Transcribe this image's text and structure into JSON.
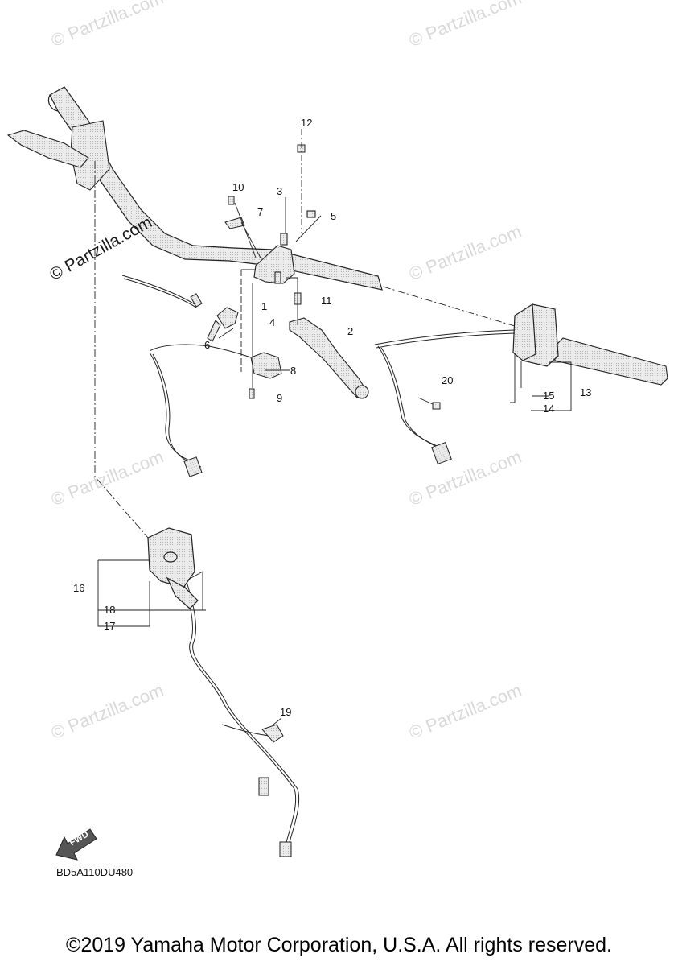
{
  "watermarks": [
    "© Partzilla.com",
    "© Partzilla.com",
    "© Partzilla.com",
    "© Partzilla.com",
    "© Partzilla.com",
    "© Partzilla.com",
    "© Partzilla.com",
    "© Partzilla.com"
  ],
  "watermark_main": "© Partzilla.com",
  "callouts": [
    "1",
    "2",
    "3",
    "4",
    "5",
    "6",
    "7",
    "8",
    "9",
    "10",
    "11",
    "12",
    "13",
    "14",
    "15",
    "16",
    "17",
    "18",
    "19",
    "20"
  ],
  "fwd_label": "FWD",
  "figure_code": "BD5A110DU480",
  "copyright": "©2019 Yamaha Motor Corporation, U.S.A. All rights reserved.",
  "colors": {
    "part_fill": "#e6e6e6",
    "line": "#222222",
    "watermark": "#d9d9d9"
  }
}
